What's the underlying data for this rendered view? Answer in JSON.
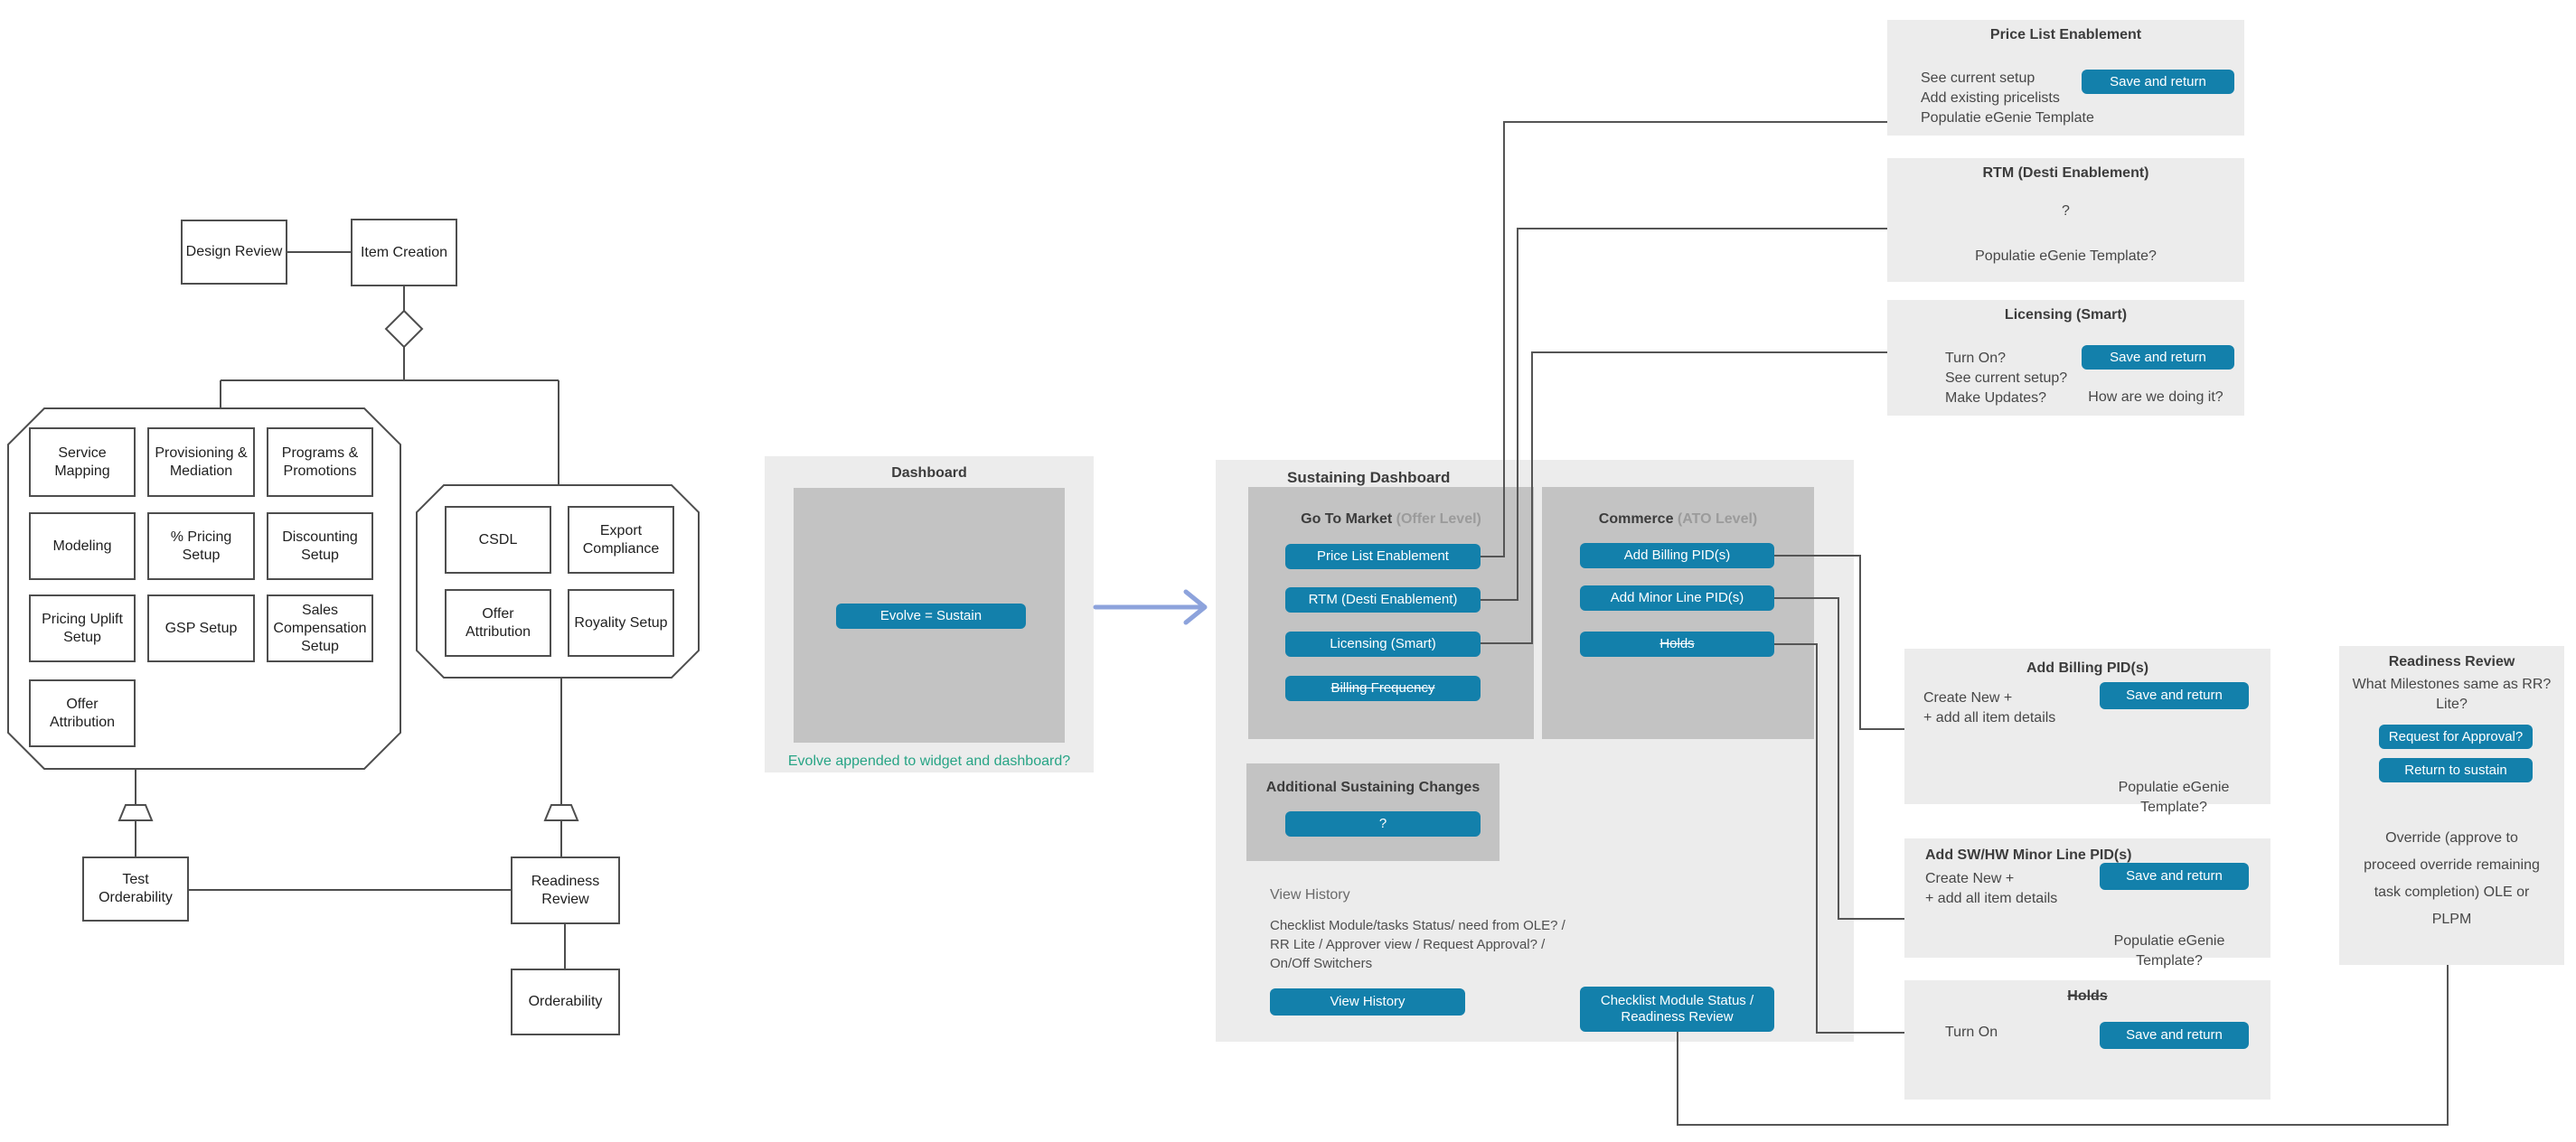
{
  "colors": {
    "accent_teal": "#1380ab",
    "panel_light": "#ececec",
    "panel_dark": "#c3c3c3",
    "note_green": "#27a485",
    "arrow_blue": "#8da3dc",
    "line_gray": "#4e4e4e"
  },
  "flowchart": {
    "design_review": "Design Review",
    "item_creation": "Item Creation",
    "octagon1_items": [
      "Service Mapping",
      "Provisioning & Mediation",
      "Programs & Promotions",
      "Modeling",
      "% Pricing Setup",
      "Discounting Setup",
      "Pricing Uplift Setup",
      "GSP Setup",
      "Sales Compensation Setup",
      "Offer Attribution"
    ],
    "octagon2_items": [
      "CSDL",
      "Export Compliance",
      "Offer Attribution",
      "Royality Setup"
    ],
    "test_orderability": "Test Orderability",
    "readiness_review": "Readiness Review",
    "orderability": "Orderability"
  },
  "dashboard": {
    "title": "Dashboard",
    "button": "Evolve = Sustain",
    "note": "Evolve appended to widget and dashboard?"
  },
  "sustaining": {
    "title": "Sustaining Dashboard",
    "gtm": {
      "title": "Go To Market",
      "subtitle": "(Offer Level)",
      "buttons": [
        "Price List Enablement",
        "RTM (Desti Enablement)",
        "Licensing (Smart)",
        "Billing Frequency"
      ]
    },
    "commerce": {
      "title": "Commerce",
      "subtitle": "(ATO Level)",
      "buttons": [
        "Add Billing PID(s)",
        "Add Minor Line PID(s)",
        "Holds"
      ]
    },
    "additional": {
      "title": "Additional Sustaining Changes",
      "button": "?"
    },
    "view_history_label": "View History",
    "checklist_note_lines": [
      "Checklist Module/tasks Status/ need from OLE? /",
      "RR Lite / Approver view / Request Approval? /",
      "On/Off Switchers"
    ],
    "view_history_button": "View History",
    "checklist_button_line1": "Checklist Module Status /",
    "checklist_button_line2": "Readiness Review"
  },
  "panels": {
    "price_list": {
      "title": "Price List Enablement",
      "items": [
        "See current setup",
        "Add existing pricelists",
        "Populatie eGenie Template"
      ],
      "button": "Save and return"
    },
    "rtm": {
      "title": "RTM (Desti Enablement)",
      "question": "?",
      "note": "Populatie eGenie Template?"
    },
    "licensing": {
      "title": "Licensing (Smart)",
      "items": [
        "Turn On?",
        "See current setup?",
        "Make Updates?"
      ],
      "button": "Save and return",
      "note": "How are we doing it?"
    },
    "add_billing": {
      "title": "Add Billing PID(s)",
      "items": [
        "Create New +",
        "+ add all item details"
      ],
      "button": "Save and return",
      "note": "Populatie eGenie Template?"
    },
    "add_minor": {
      "title": "Add SW/HW Minor Line PID(s)",
      "items": [
        "Create New +",
        "+ add all item details"
      ],
      "button": "Save and return",
      "note": "Populatie eGenie Template?"
    },
    "holds": {
      "title": "Holds",
      "item": "Turn On",
      "button": "Save and return"
    },
    "readiness": {
      "title": "Readiness Review",
      "line1": "What Milestones same as RR?",
      "line2": "Lite?",
      "button1": "Request for Approval?",
      "button2": "Return to sustain",
      "note_lines": [
        "Override (approve to",
        "proceed override remaining",
        "task completion) OLE or",
        "PLPM"
      ]
    }
  }
}
